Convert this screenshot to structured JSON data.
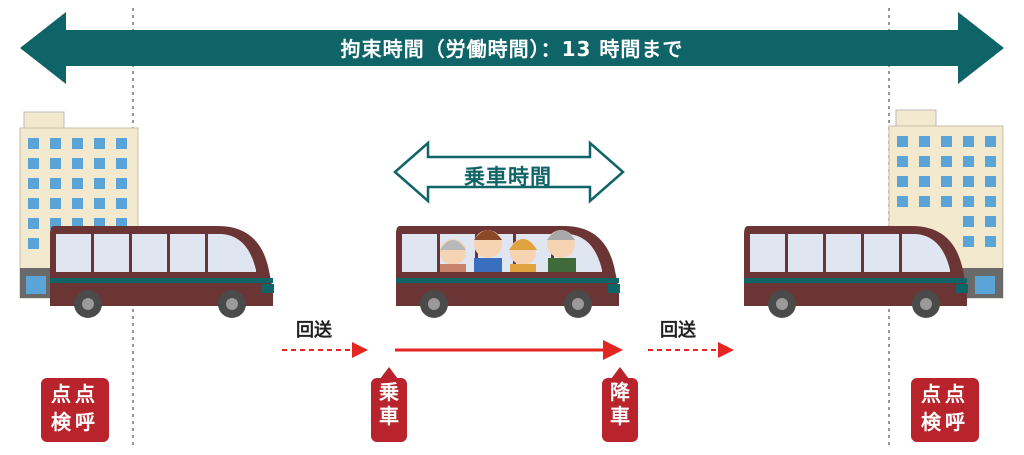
{
  "labels": {
    "top_span": "拘束時間（労働時間）：13 時間まで",
    "ride_span": "乗車時間",
    "deadhead_left": "回送",
    "deadhead_right": "回送"
  },
  "badges": {
    "tenko_left": {
      "line1": "点点",
      "line2": "検呼"
    },
    "jousha": {
      "line1": "乗",
      "line2": "車"
    },
    "kousha": {
      "line1": "降",
      "line2": "車"
    },
    "tenko_right": {
      "line1": "点点",
      "line2": "検呼"
    }
  },
  "icons": [
    "building-icon",
    "bus-icon",
    "passenger-icon",
    "double-arrow-icon",
    "dashed-arrow-icon"
  ],
  "colors": {
    "teal": "#0f6468",
    "bus_body": "#6b3535",
    "badge_red": "#b9232c",
    "arrow_red": "#e52521",
    "window": "#dfe6f2"
  }
}
